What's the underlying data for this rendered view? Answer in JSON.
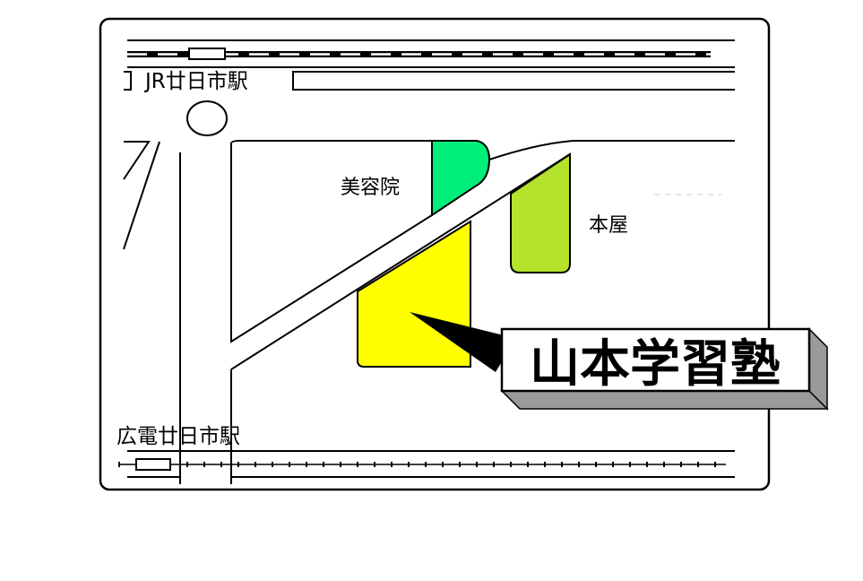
{
  "map": {
    "jr_station": "JR廿日市駅",
    "hiroden_station": "広電廿日市駅",
    "beauty_salon": "美容院",
    "bookstore": "本屋",
    "school_name": "山本学習塾"
  },
  "colors": {
    "school": "#ffff00",
    "bookstore": "#b5e22a",
    "salon": "#00ee7a",
    "frame": "#000000",
    "callout_shadow": "#9a9a9a"
  }
}
